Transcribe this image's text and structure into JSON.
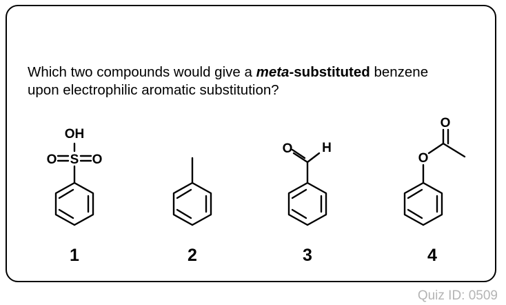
{
  "question": {
    "part1": "Which two compounds would give a ",
    "emph_italic": "meta",
    "emph_bold": "-substituted",
    "part2": " benzene",
    "line2": "upon electrophilic aromatic substitution?"
  },
  "compounds": [
    {
      "number": "1",
      "atoms": {
        "oh": "OH",
        "s": "S",
        "o_left": "O",
        "o_right": "O"
      }
    },
    {
      "number": "2"
    },
    {
      "number": "3",
      "atoms": {
        "o": "O",
        "h": "H"
      }
    },
    {
      "number": "4",
      "atoms": {
        "o_carbonyl": "O",
        "o_ester": "O"
      }
    }
  ],
  "footer": {
    "quiz_id": "Quiz ID: 0509"
  }
}
